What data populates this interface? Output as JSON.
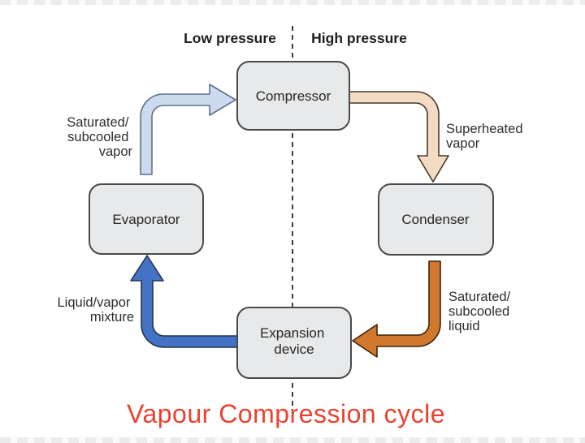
{
  "title": {
    "text": "Vapour Compression cycle",
    "color": "#e9432f"
  },
  "pressure_labels": {
    "low": "Low pressure",
    "high": "High pressure"
  },
  "components": {
    "compressor": "Compressor",
    "condenser": "Condenser",
    "evaporator": "Evaporator",
    "expansion_line1": "Expansion",
    "expansion_line2": "device"
  },
  "stream_labels": {
    "saturated_subcooled_vapor": {
      "line1": "Saturated/",
      "line2": "subcooled",
      "line3": "vapor"
    },
    "superheated_vapor": {
      "line1": "Superheated",
      "line2": "vapor"
    },
    "saturated_subcooled_liquid": {
      "line1": "Saturated/",
      "line2": "subcooled",
      "line3": "liquid"
    },
    "liquid_vapor_mixture": {
      "line1": "Liquid/vapor",
      "line2": "mixture"
    }
  },
  "colors": {
    "box_fill": "#e8e9ea",
    "box_border": "#4a4a4a",
    "suction_arrow_fill": "#cdd9ee",
    "discharge_arrow_fill": "#f3dcc3",
    "liquid_arrow_fill": "#d1782f",
    "mixture_arrow_fill": "#4472c4",
    "divider": "#3f3f3f"
  }
}
